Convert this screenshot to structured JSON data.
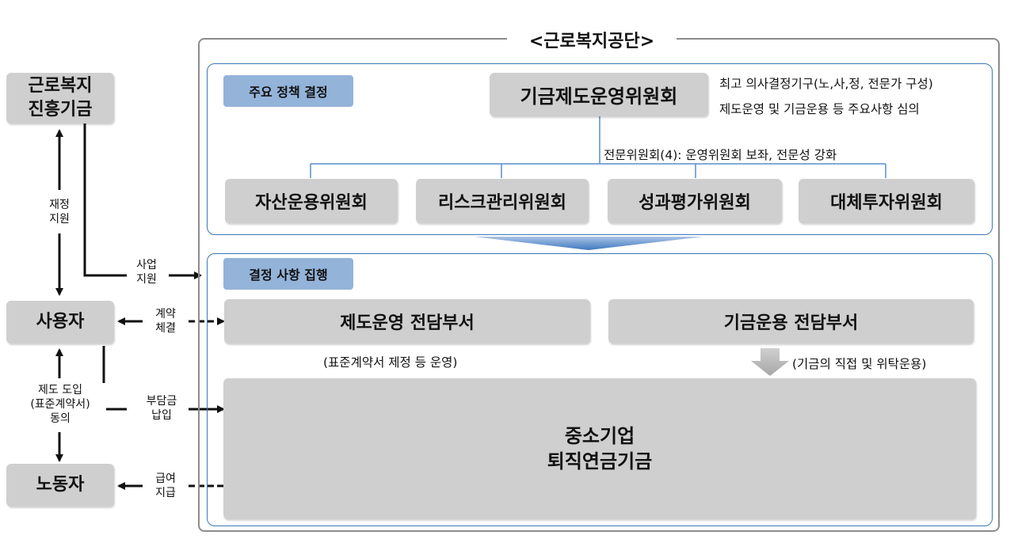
{
  "org_title": "<근로복지공단>",
  "left": {
    "fund": "근로복지\n진흥기금",
    "employer": "사용자",
    "worker": "노동자",
    "label_finance": "재정\n지원",
    "label_business": "사업\n지원",
    "label_contract": "계약\n체결",
    "label_agree": "제도 도입\n(표준계약서)\n동의",
    "label_payment": "부담금\n납입",
    "label_benefit": "급여\n지급"
  },
  "policy": {
    "tag": "주요 정책 결정",
    "main_committee": "기금제도운영위원회",
    "desc_line1": "최고 의사결정기구(노,사,정, 전문가 구성)",
    "desc_line2": "제도운영 및 기금운용 등 주요사항 심의",
    "sub_label": "전문위원회(4): 운영위원회 보좌, 전문성 강화",
    "committees": [
      "자산운용위원회",
      "리스크관리위원회",
      "성과평가위원회",
      "대체투자위원회"
    ]
  },
  "execution": {
    "tag": "결정 사항 집행",
    "dept1": "제도운영 전담부서",
    "dept2": "기금운용 전담부서",
    "dept1_note": "(표준계약서 제정 등 운영)",
    "dept2_note": "(기금의 직접 및 위탁운용)",
    "fund_name": "중소기업\n퇴직연금기금"
  },
  "colors": {
    "box_gray": "#cfcfcf",
    "tag_blue": "#93b3d9",
    "panel_border": "#3a78b8",
    "chevron_blue": "#4a7fc1"
  }
}
